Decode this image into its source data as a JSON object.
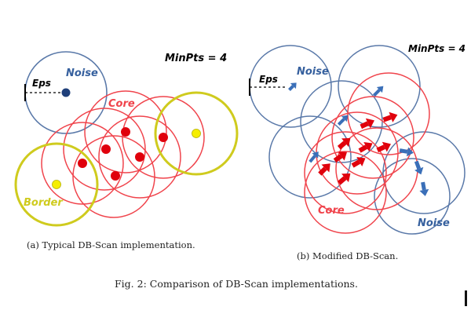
{
  "panel_a": {
    "minpts": "MinPts = 4",
    "eps": "Eps",
    "noise": "Noise",
    "core": "Core",
    "border": "Border",
    "caption": "(a) Typical DB-Scan implementation."
  },
  "panel_b": {
    "minpts": "MinPts = 4",
    "eps": "Eps",
    "noise_top": "Noise",
    "noise_bottom": "Noise",
    "core": "Core",
    "caption": "(b) Modified DB-Scan."
  },
  "figure_caption": "Fig. 2: Comparison of DB-Scan implementations.",
  "colors": {
    "red": "#f0444c",
    "red_fill": "#e0000c",
    "blue": "#5a79a9",
    "blue_text": "#36609e",
    "arrow_blue": "#3a6fb8",
    "yellow": "#cfcb1e",
    "yellow_fill": "#f5ee00"
  }
}
